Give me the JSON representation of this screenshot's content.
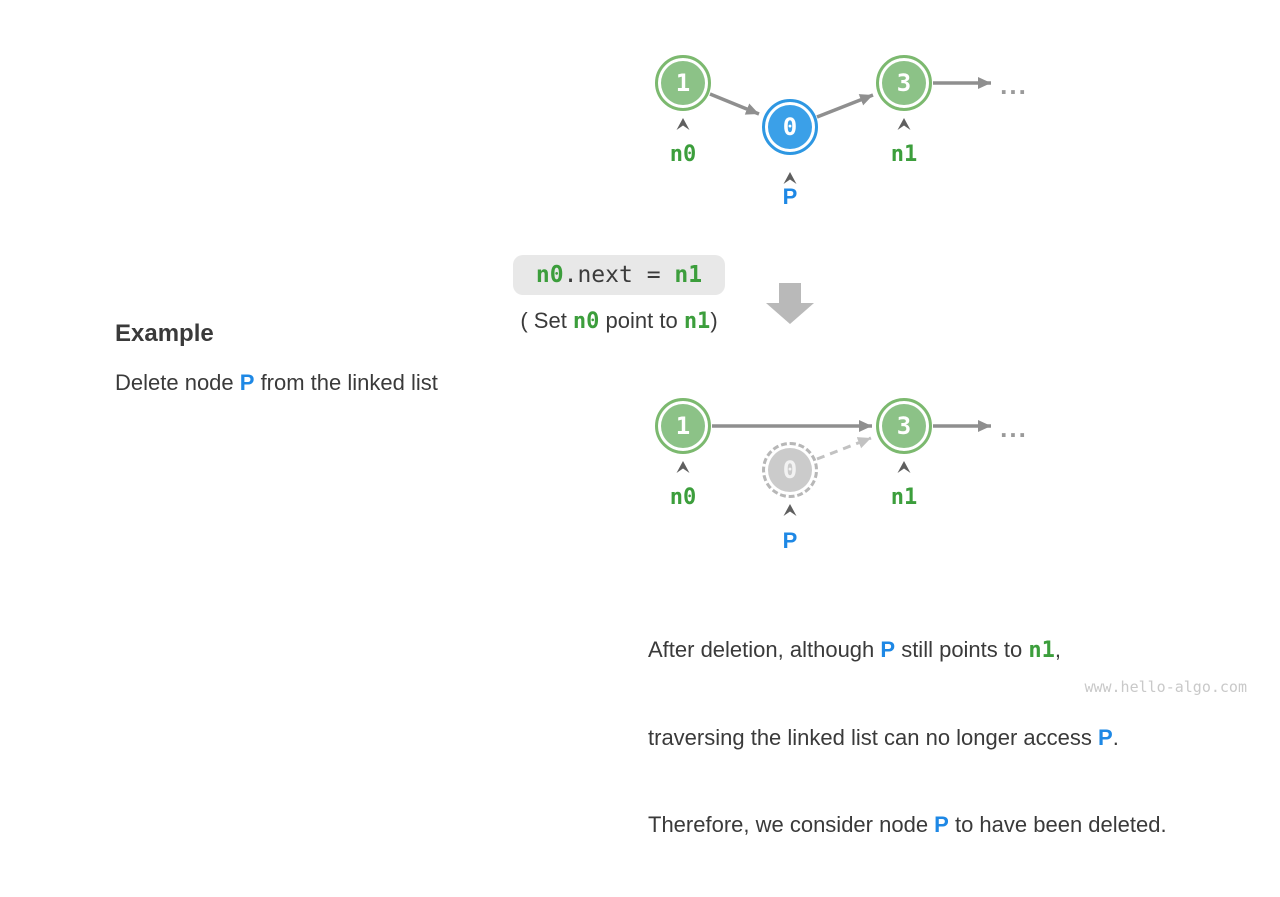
{
  "page": {
    "watermark": "www.hello-algo.com"
  },
  "example": {
    "heading": "Example",
    "desc_pre": "Delete node ",
    "desc_p": "P",
    "desc_post": " from the linked list"
  },
  "code": {
    "n0": "n0",
    "middle": ".next = ",
    "n1": "n1"
  },
  "code_caption": {
    "pre": "( Set ",
    "n0": "n0",
    "mid": " point to ",
    "n1": "n1",
    "post": ")"
  },
  "diagram_before": {
    "nodes": [
      {
        "value": "1",
        "type": "green"
      },
      {
        "value": "0",
        "type": "blue"
      },
      {
        "value": "3",
        "type": "green"
      }
    ],
    "labels": {
      "n0": "n0",
      "p": "P",
      "n1": "n1"
    },
    "ellipsis": "..."
  },
  "diagram_after": {
    "nodes": [
      {
        "value": "1",
        "type": "green"
      },
      {
        "value": "0",
        "type": "ghost-deleted"
      },
      {
        "value": "3",
        "type": "green"
      }
    ],
    "labels": {
      "n0": "n0",
      "p": "P",
      "n1": "n1"
    },
    "ellipsis": "..."
  },
  "conclusion": {
    "l1_a": "After deletion, although ",
    "l1_p": "P",
    "l1_b": " still points to ",
    "l1_n1": "n1",
    "l1_c": ",",
    "l2_a": "traversing the linked list can no longer access ",
    "l2_p": "P",
    "l2_b": ".",
    "l3_a": "Therefore, we consider node ",
    "l3_p": "P",
    "l3_b": " to have been deleted."
  },
  "colors": {
    "node_green_fill": "#8cc287",
    "node_green_border": "#7cb96f",
    "node_blue_fill": "#3ba0e8",
    "node_blue_border": "#2e97e2",
    "node_ghost_fill": "#cbcbcb",
    "node_ghost_border": "#b7b7b7",
    "label_green": "#3c9e3c",
    "label_blue": "#1e88e5",
    "arrow_gray": "#8f8f8f",
    "arrow_dashed_gray": "#c2c2c2",
    "caret_gray": "#5f5f5f",
    "block_arrow_gray": "#b9b9b9",
    "code_chip_bg": "#e8e8e8",
    "body_text": "#3a3a3a",
    "watermark_gray": "#c9c9c9"
  }
}
